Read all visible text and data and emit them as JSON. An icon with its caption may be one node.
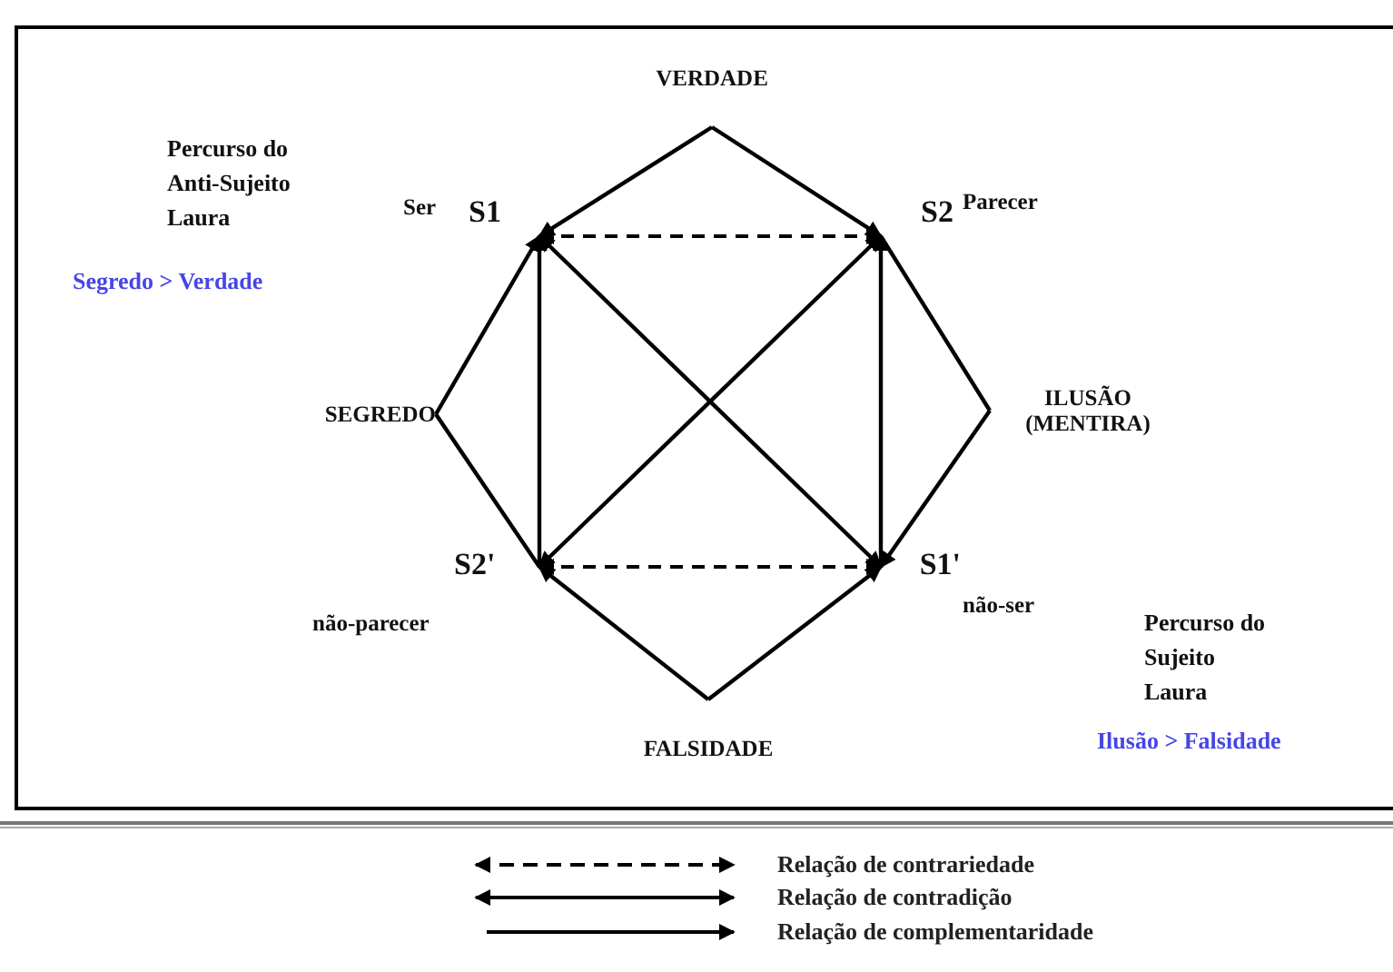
{
  "diagram": {
    "nodes": [
      {
        "text": [
          "VERDADE"
        ]
      },
      {
        "text": [
          "S1"
        ],
        "beside": [
          "Ser"
        ]
      },
      {
        "text": [
          "S2"
        ],
        "beside": [
          "Parecer"
        ]
      },
      {
        "text": [
          "SEGREDO"
        ]
      },
      {
        "text": [
          "ILUSÃO (MENTIRA)"
        ]
      },
      {
        "text": [
          "S2'"
        ],
        "beside": [
          "não-parecer"
        ]
      },
      {
        "text": [
          "S1'"
        ],
        "beside": [
          "não-ser"
        ]
      },
      {
        "text": [
          "FALSIDADE"
        ]
      }
    ],
    "edges": [
      {
        "from": 0,
        "to": 1,
        "arrow": "to"
      },
      {
        "from": 0,
        "to": 2,
        "arrow": "to"
      },
      {
        "from": 3,
        "to": 1,
        "arrow": "to"
      },
      {
        "from": 3,
        "to": 5,
        "arrow": "none"
      },
      {
        "from": 4,
        "to": 2,
        "arrow": "none"
      },
      {
        "from": 4,
        "to": 6,
        "arrow": "to"
      },
      {
        "from": 7,
        "to": 5,
        "arrow": "to"
      },
      {
        "from": 7,
        "to": 6,
        "arrow": "to"
      },
      {
        "from": 5,
        "to": 1,
        "arrow": "to"
      },
      {
        "from": 6,
        "to": 2,
        "arrow": "to"
      },
      {
        "from": 1,
        "to": 2,
        "arrow": "both",
        "style": "dashed"
      },
      {
        "from": 5,
        "to": 6,
        "arrow": "both",
        "style": "dashed"
      },
      {
        "from": 1,
        "to": 6,
        "arrow": "both"
      },
      {
        "from": 2,
        "to": 5,
        "arrow": "both"
      }
    ],
    "labels": [
      "Percurso do Anti-Sujeito Laura",
      "Segredo > Verdade",
      "Percurso do Sujeito Laura",
      "Ilusão > Falsidade"
    ],
    "legend": [
      {
        "text": "Relação de contrariedade"
      },
      {
        "text": "Relação de contradição"
      },
      {
        "text": "Relação de complementaridade"
      }
    ]
  }
}
